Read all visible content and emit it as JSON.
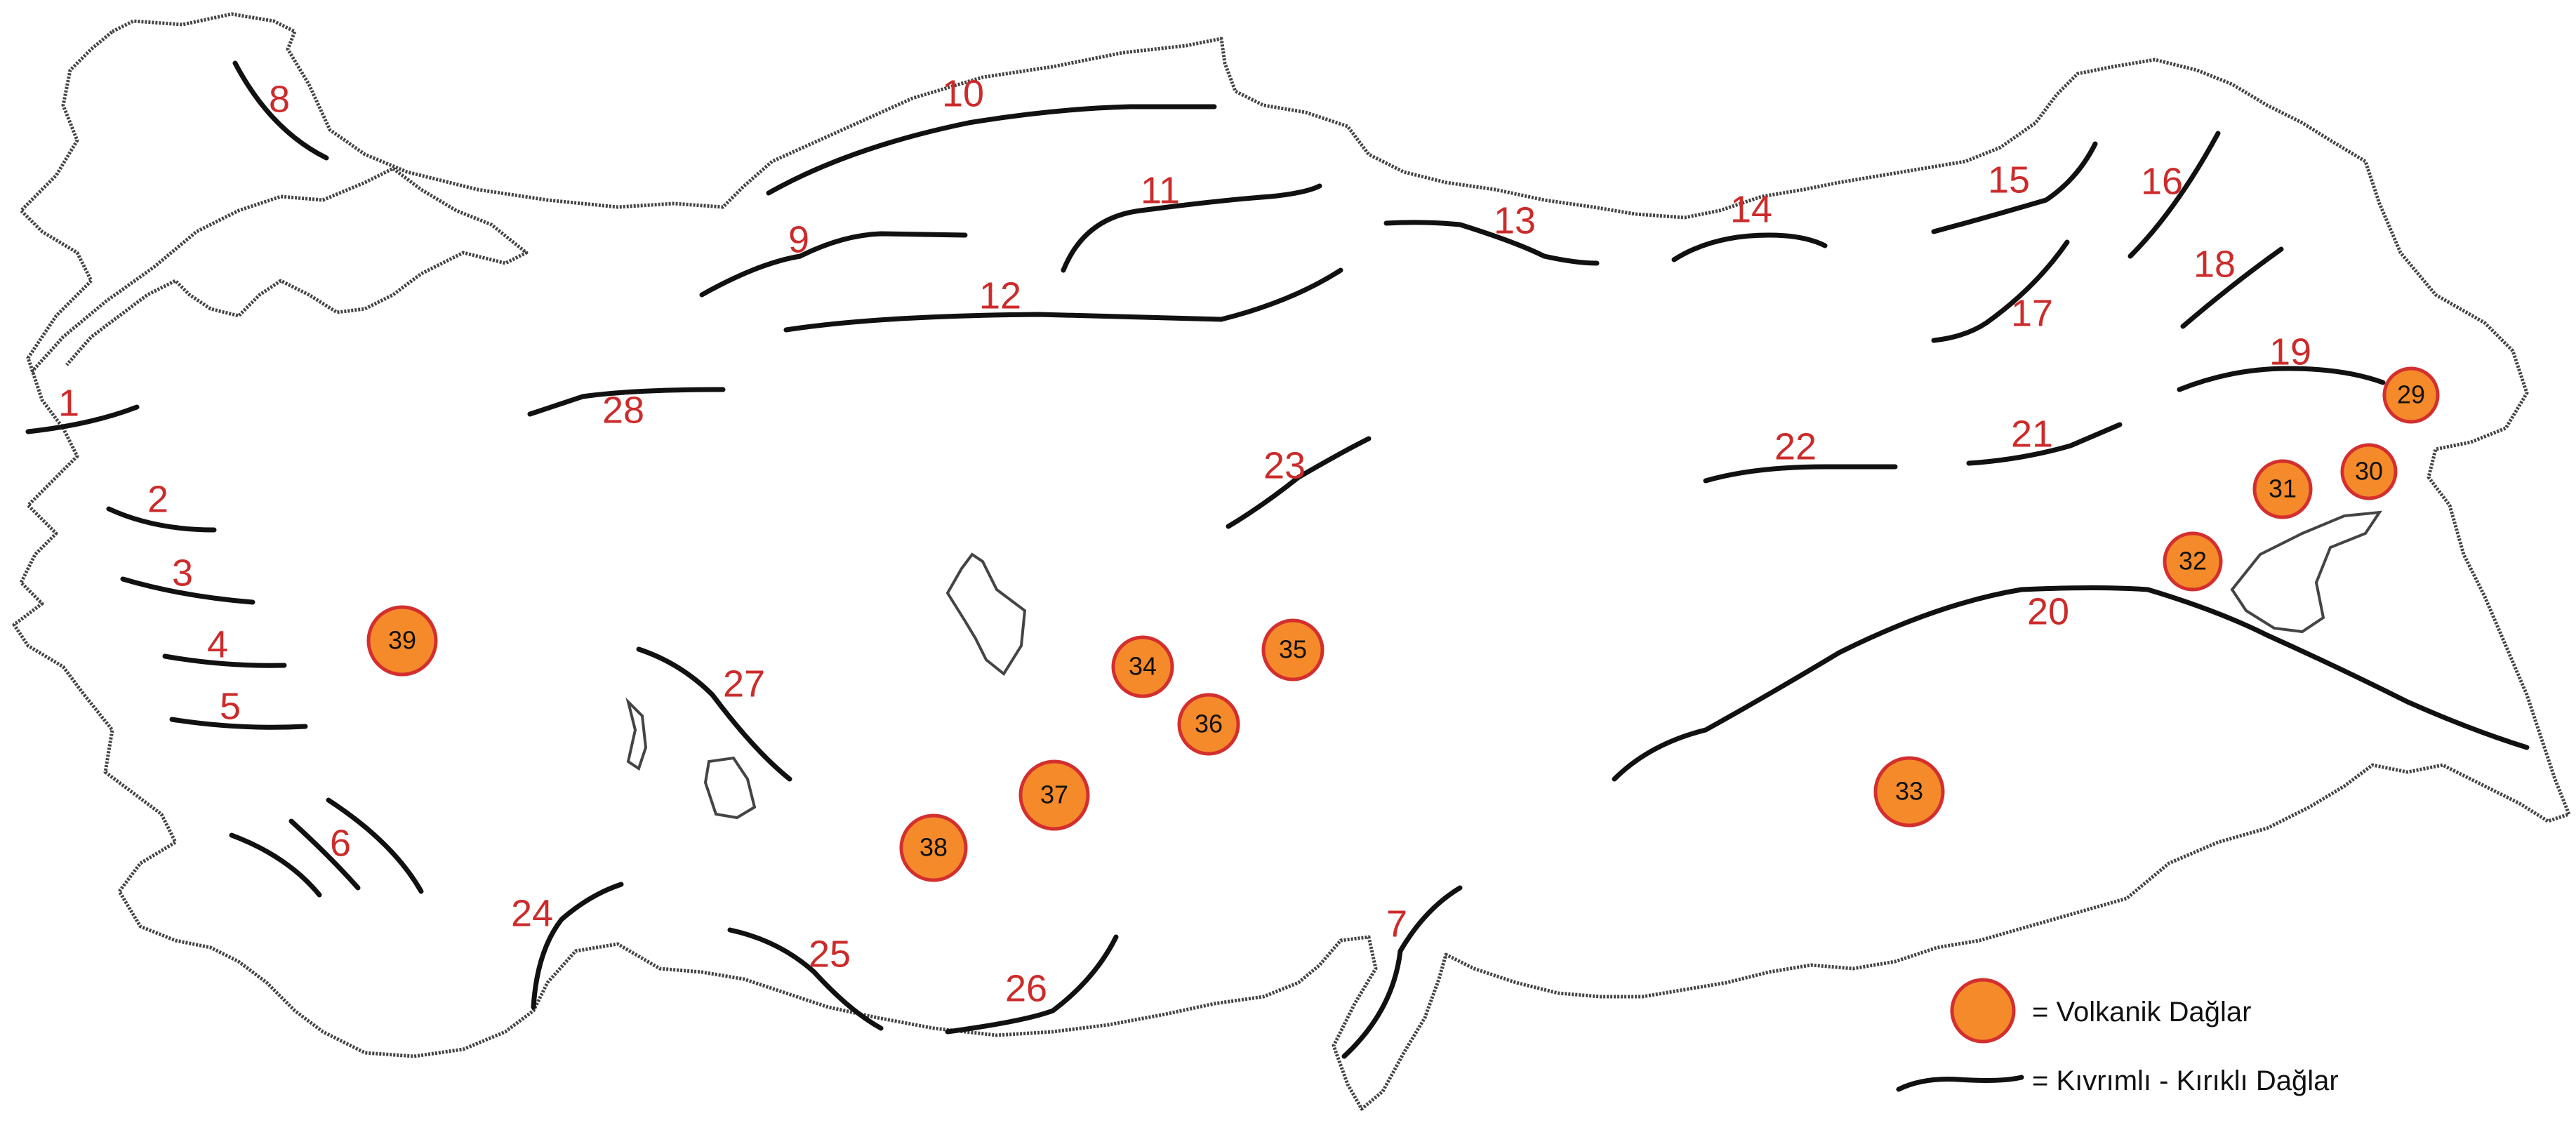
{
  "colors": {
    "fold_label": "#cc2b2b",
    "volcano_fill": "#f58a2a",
    "volcano_stroke": "#d32f2f",
    "range_line": "#111111",
    "coast_line": "#444444"
  },
  "fold_ranges": [
    {
      "id": "fold-1",
      "label": "1"
    },
    {
      "id": "fold-2",
      "label": "2"
    },
    {
      "id": "fold-3",
      "label": "3"
    },
    {
      "id": "fold-4",
      "label": "4"
    },
    {
      "id": "fold-5",
      "label": "5"
    },
    {
      "id": "fold-6",
      "label": "6"
    },
    {
      "id": "fold-7",
      "label": "7"
    },
    {
      "id": "fold-8",
      "label": "8"
    },
    {
      "id": "fold-9",
      "label": "9"
    },
    {
      "id": "fold-10",
      "label": "10"
    },
    {
      "id": "fold-11",
      "label": "11"
    },
    {
      "id": "fold-12",
      "label": "12"
    },
    {
      "id": "fold-13",
      "label": "13"
    },
    {
      "id": "fold-14",
      "label": "14"
    },
    {
      "id": "fold-15",
      "label": "15"
    },
    {
      "id": "fold-16",
      "label": "16"
    },
    {
      "id": "fold-17",
      "label": "17"
    },
    {
      "id": "fold-18",
      "label": "18"
    },
    {
      "id": "fold-19",
      "label": "19"
    },
    {
      "id": "fold-20",
      "label": "20"
    },
    {
      "id": "fold-21",
      "label": "21"
    },
    {
      "id": "fold-22",
      "label": "22"
    },
    {
      "id": "fold-23",
      "label": "23"
    },
    {
      "id": "fold-24",
      "label": "24"
    },
    {
      "id": "fold-25",
      "label": "25"
    },
    {
      "id": "fold-26",
      "label": "26"
    },
    {
      "id": "fold-27",
      "label": "27"
    },
    {
      "id": "fold-28",
      "label": "28"
    }
  ],
  "volcanoes": [
    {
      "id": "volcano-29",
      "label": "29"
    },
    {
      "id": "volcano-30",
      "label": "30"
    },
    {
      "id": "volcano-31",
      "label": "31"
    },
    {
      "id": "volcano-32",
      "label": "32"
    },
    {
      "id": "volcano-33",
      "label": "33"
    },
    {
      "id": "volcano-34",
      "label": "34"
    },
    {
      "id": "volcano-35",
      "label": "35"
    },
    {
      "id": "volcano-36",
      "label": "36"
    },
    {
      "id": "volcano-37",
      "label": "37"
    },
    {
      "id": "volcano-38",
      "label": "38"
    },
    {
      "id": "volcano-39",
      "label": "39"
    }
  ],
  "legend": {
    "volcanic_label": "= Volkanik Dağlar",
    "fold_fault_label": "= Kıvrımlı - Kırıklı Dağlar"
  }
}
